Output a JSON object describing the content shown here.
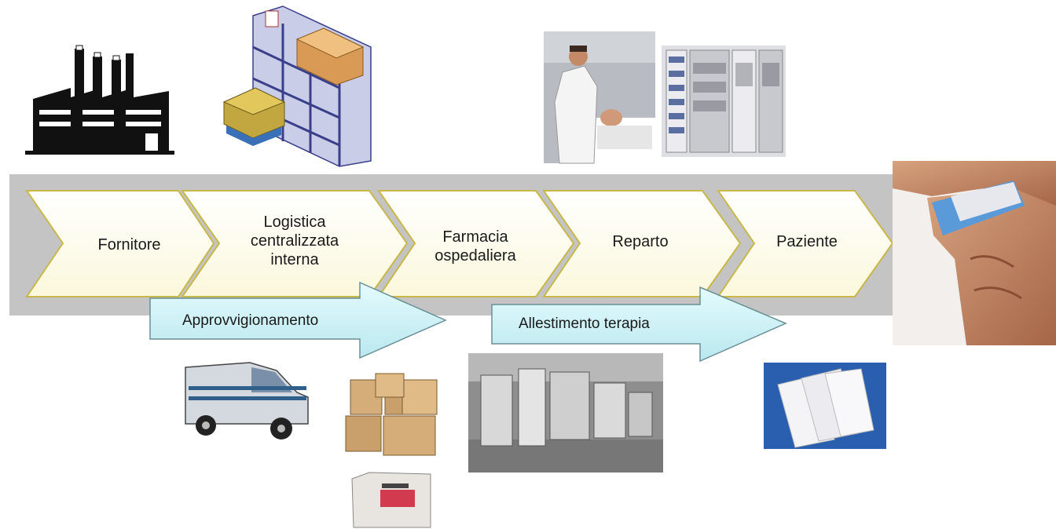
{
  "process_steps": [
    {
      "label": "Fornitore"
    },
    {
      "label": "Logistica\ncentralizzata\ninterna"
    },
    {
      "label": "Farmacia\nospedaliera"
    },
    {
      "label": "Reparto"
    },
    {
      "label": "Paziente"
    }
  ],
  "phase_arrows": [
    {
      "label": "Approvvigionamento"
    },
    {
      "label": "Allestimento terapia"
    }
  ],
  "pictures": [
    {
      "icon": "factory-icon"
    },
    {
      "icon": "warehouse-shelves-icon"
    },
    {
      "icon": "doctor-patient-photo"
    },
    {
      "icon": "medication-cabinet-photo"
    },
    {
      "icon": "patient-wristband-photo"
    },
    {
      "icon": "delivery-van-icon"
    },
    {
      "icon": "cardboard-boxes-icon"
    },
    {
      "icon": "medicine-box-icon"
    },
    {
      "icon": "pharmacy-automation-photo"
    },
    {
      "icon": "unit-dose-bags-photo"
    }
  ],
  "colors": {
    "band": "#c4c4c4",
    "chevron_fill": "#fffff0",
    "chevron_stroke": "#c8b84a",
    "arrow_fill": "#ccf2f7",
    "arrow_stroke": "#6a8f95"
  }
}
